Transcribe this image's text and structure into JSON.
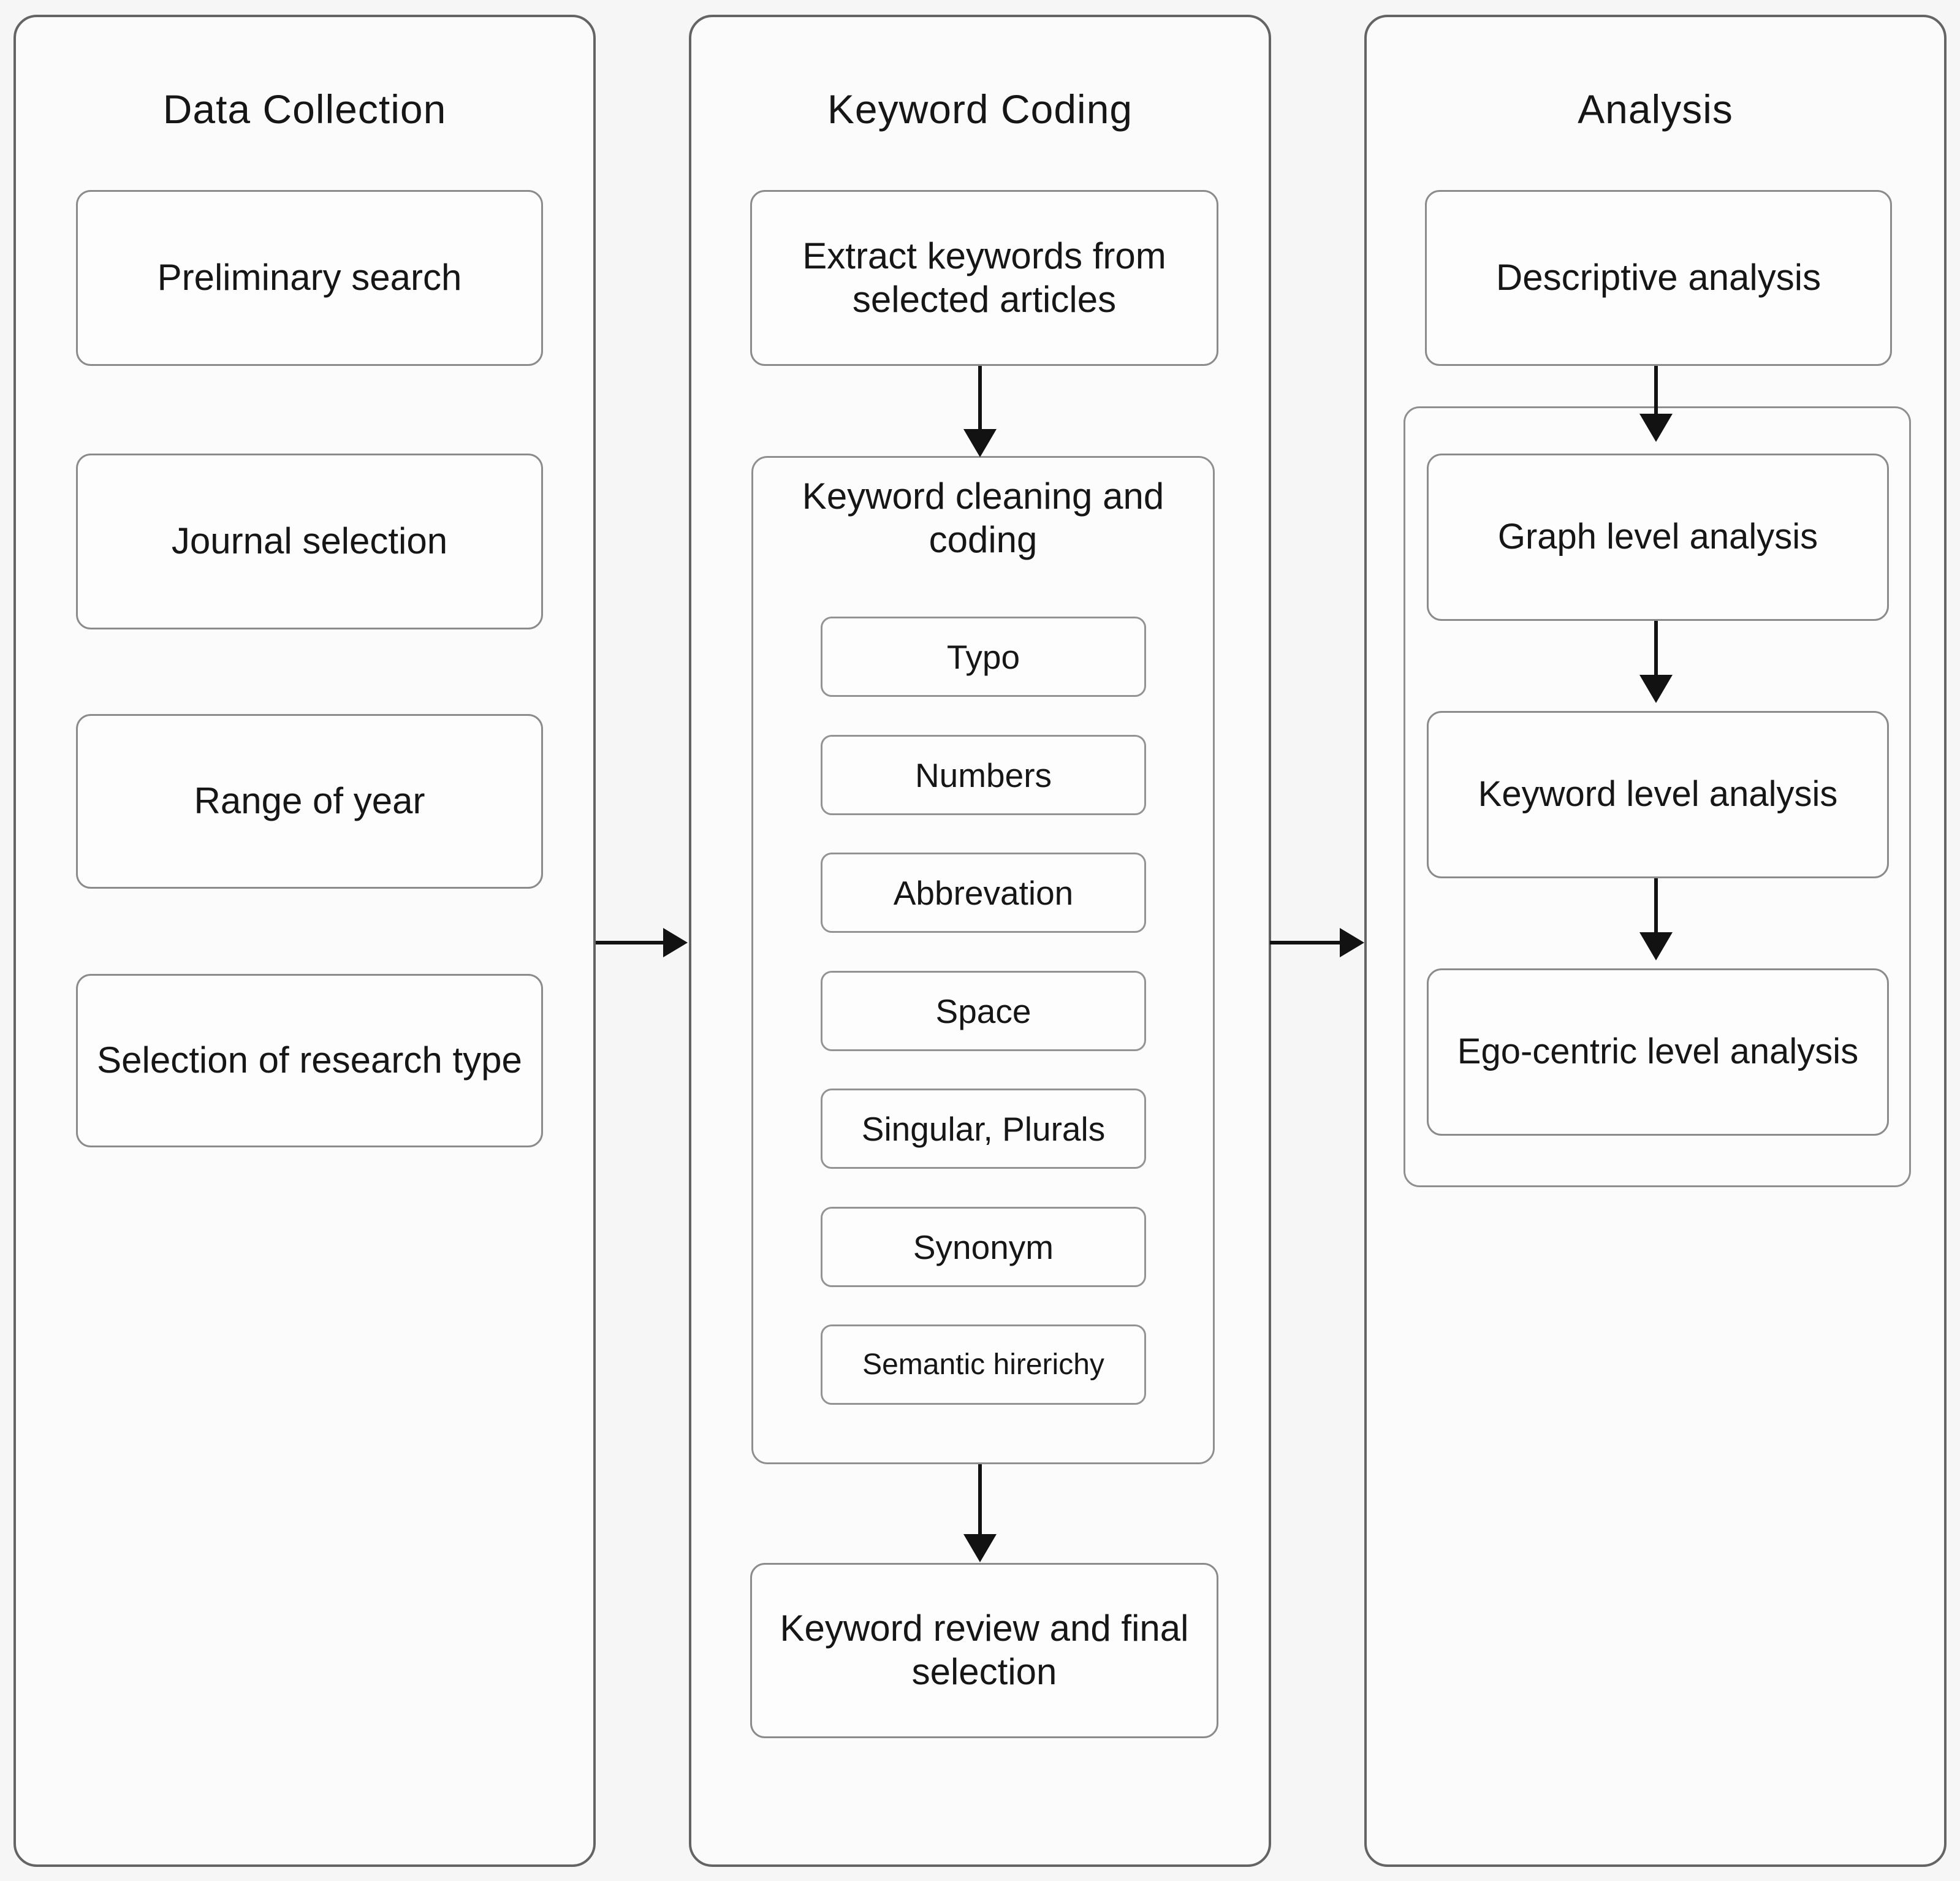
{
  "figure": {
    "type": "flowchart",
    "background_color": "#f6f6f6",
    "column_border_color": "#646464",
    "box_border_color": "#8b8b8b",
    "arrow_color": "#121212",
    "text_color": "#161616"
  },
  "columns": {
    "data_collection": {
      "title": "Data Collection",
      "boxes": [
        "Preliminary search",
        "Journal selection",
        "Range of year",
        "Selection of research type"
      ]
    },
    "keyword_coding": {
      "title": "Keyword Coding",
      "extract_box": "Extract keywords from selected articles",
      "cleaning_container": {
        "title": "Keyword cleaning and coding",
        "items": [
          "Typo",
          "Numbers",
          "Abbrevation",
          "Space",
          "Singular, Plurals",
          "Synonym",
          "Semantic hirerichy"
        ]
      },
      "review_box": "Keyword review and final selection"
    },
    "analysis": {
      "title": "Analysis",
      "descriptive_box": "Descriptive analysis",
      "levels_container": {
        "items": [
          "Graph level analysis",
          "Keyword level analysis",
          "Ego-centric level analysis"
        ]
      }
    }
  }
}
